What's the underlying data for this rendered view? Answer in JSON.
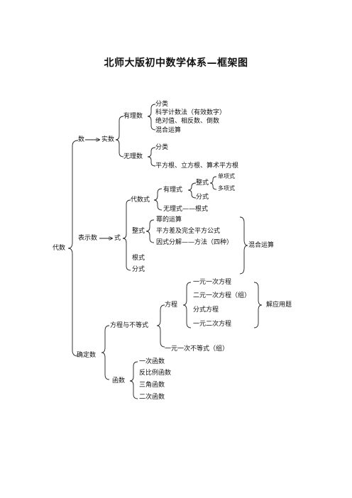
{
  "title": "北师大版初中数学体系—框架图",
  "root": "代数",
  "numbers": {
    "label": "数",
    "real": "实数",
    "rational": {
      "label": "有理数",
      "items": [
        "分类",
        "科学计数法（有效数字）",
        "绝对值、相反数、倒数",
        "混合运算"
      ]
    },
    "irrational": {
      "label": "无理数",
      "items": [
        "分类",
        "平方根、立方根、算术平方根"
      ]
    }
  },
  "representation": {
    "label": "表示数",
    "expression": "式",
    "algebraic": {
      "label": "代数式",
      "rational_expr": "有理式",
      "polynomial": "整式",
      "monomial": "单项式",
      "polynomial_terms": "多项式",
      "fraction": "分式",
      "irrational_expr": "无理式——根式"
    },
    "integral": {
      "label": "整式",
      "items": [
        "幂的运算",
        "平方差及完全平方公式",
        "因式分解——方法（四种）"
      ]
    },
    "radical": "根式",
    "fractional": "分式",
    "mixed_ops": "混合运算"
  },
  "determination": {
    "label": "确定数",
    "eq_ineq": {
      "label": "方程与不等式",
      "equation": "方程",
      "equations": [
        "一元一次方程",
        "二元一次方程（组）",
        "分式方程",
        "一元二次方程"
      ],
      "applications": "解应用题",
      "inequality": "一元一次不等式（组）"
    },
    "functions": {
      "label": "函数",
      "items": [
        "一次函数",
        "反比例函数",
        "三角函数",
        "二次函数"
      ]
    }
  }
}
